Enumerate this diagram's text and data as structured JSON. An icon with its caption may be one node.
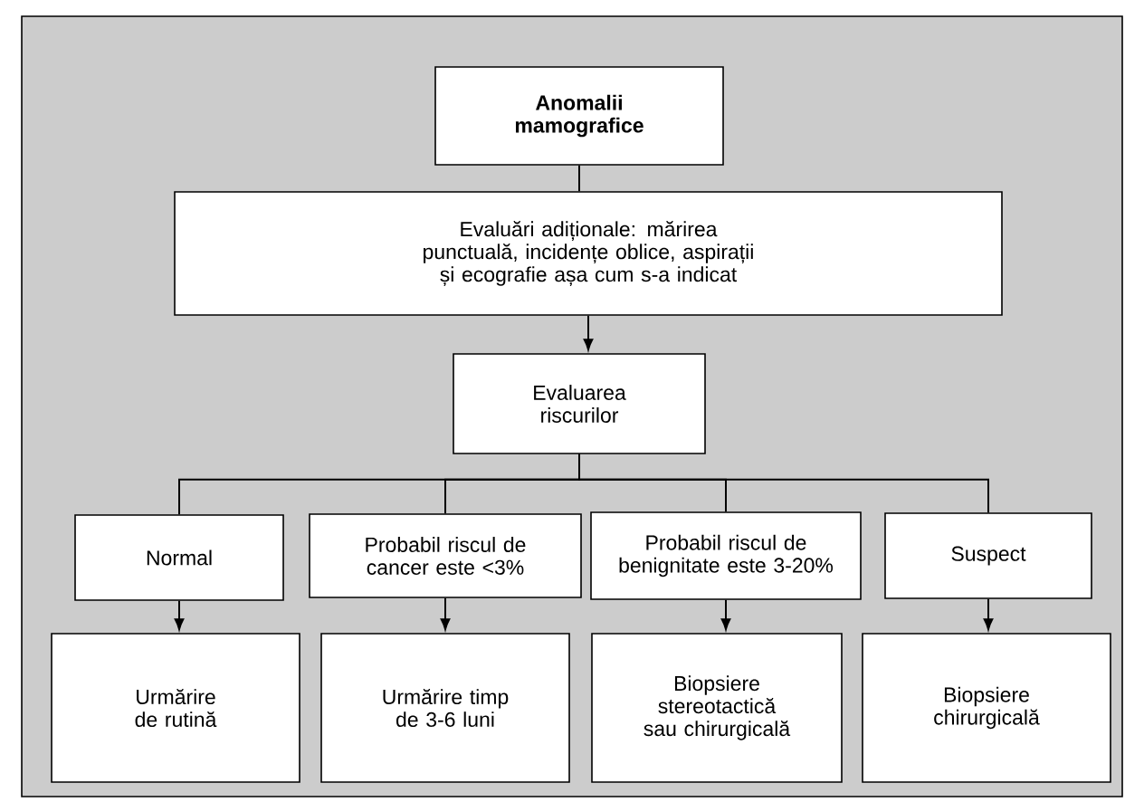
{
  "diagram": {
    "nodes": [
      {
        "text": [
          "Anomalii mamografice"
        ]
      },
      {
        "text": [
          "Evaluări adiționale: mărirea punctuală, incidențe oblice, aspirații și ecografie așa cum s-a indicat"
        ]
      },
      {
        "text": [
          "Evaluarea riscurilor"
        ]
      },
      {
        "text": [
          "Normal"
        ]
      },
      {
        "text": [
          "Probabil riscul de cancer este <3%"
        ]
      },
      {
        "text": [
          "Probabil riscul de benignitate este 3-20%"
        ]
      },
      {
        "text": [
          "Suspect"
        ]
      },
      {
        "text": [
          "Urmărire de rutină"
        ]
      },
      {
        "text": [
          "Urmărire timp de 3-6 luni"
        ]
      },
      {
        "text": [
          "Biopsiere stereotactică sau chirurgicală"
        ]
      },
      {
        "text": [
          "Biopsiere chirurgicală"
        ]
      }
    ],
    "edges": [
      {
        "from": 0,
        "to": 1,
        "arrow": "none"
      },
      {
        "from": 1,
        "to": 2,
        "arrow": "to"
      },
      {
        "from": 2,
        "to": 3,
        "arrow": "none"
      },
      {
        "from": 2,
        "to": 4,
        "arrow": "none"
      },
      {
        "from": 2,
        "to": 5,
        "arrow": "none"
      },
      {
        "from": 2,
        "to": 6,
        "arrow": "none"
      },
      {
        "from": 3,
        "to": 7,
        "arrow": "to"
      },
      {
        "from": 4,
        "to": 8,
        "arrow": "to"
      },
      {
        "from": 5,
        "to": 9,
        "arrow": "to"
      },
      {
        "from": 6,
        "to": 10,
        "arrow": "to"
      }
    ]
  }
}
